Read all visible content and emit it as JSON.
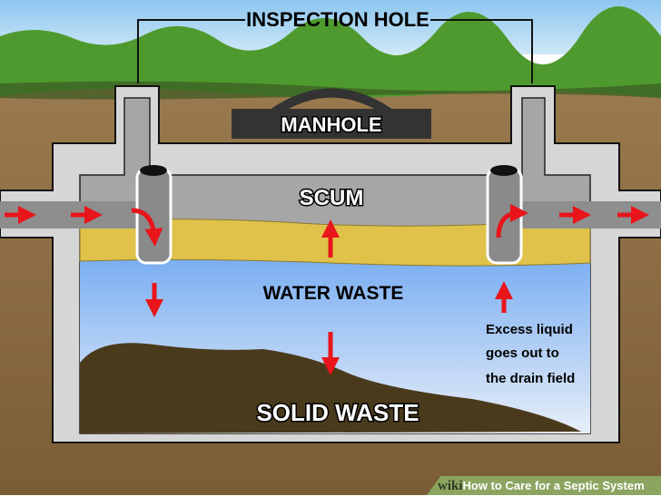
{
  "labels": {
    "inspection_hole": "INSPECTION HOLE",
    "manhole": "MANHOLE",
    "scum": "SCUM",
    "water_waste": "WATER WASTE",
    "solid_waste": "SOLID WASTE",
    "excess_liquid": [
      "Excess liquid",
      "goes out to",
      "the drain field"
    ]
  },
  "watermark": {
    "brand": "wiki",
    "brand_bold": "How",
    "title": " to Care for a Septic System"
  },
  "colors": {
    "arrow": "#e8151b",
    "water": "#7fb0f0",
    "scum": "#e3c64a",
    "tank": "#d4d4d4",
    "soil": "#8a6a42"
  }
}
